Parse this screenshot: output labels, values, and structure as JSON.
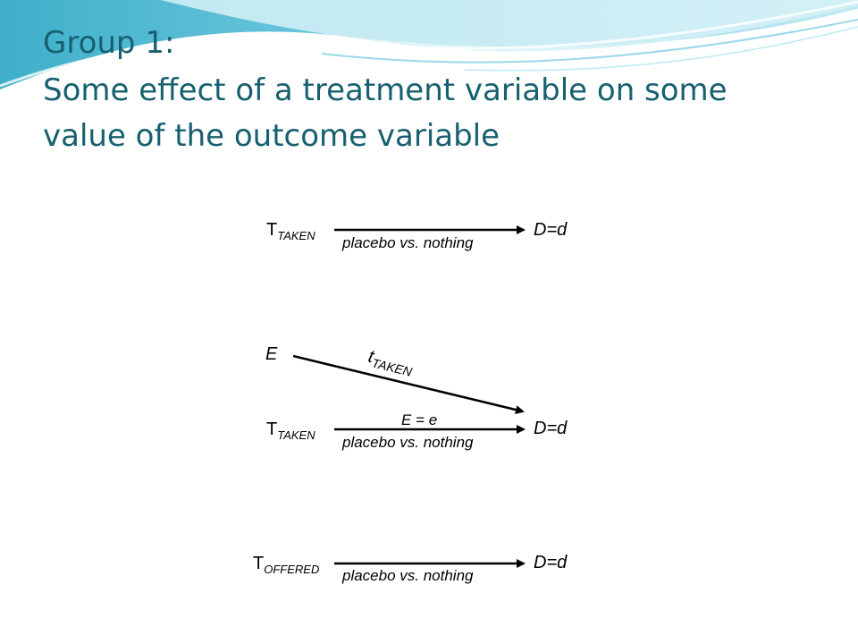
{
  "slide": {
    "title": {
      "line1": "Group 1:",
      "line2": "Some effect of a treatment variable on some",
      "line3": "value of the outcome variable"
    }
  },
  "diagram1": {
    "source_var": "T",
    "source_sub": "TAKEN",
    "target": "D=d",
    "edge_label": "placebo vs. nothing"
  },
  "diagram2": {
    "confounder": "E",
    "confounder_edge_var": "t",
    "confounder_edge_sub": "TAKEN",
    "source_var": "T",
    "source_sub": "TAKEN",
    "target": "D=d",
    "edge_label_top": "E = e",
    "edge_label": "placebo vs. nothing"
  },
  "diagram3": {
    "source_var": "T",
    "source_sub": "OFFERED",
    "target": "D=d",
    "edge_label": "placebo vs. nothing"
  }
}
